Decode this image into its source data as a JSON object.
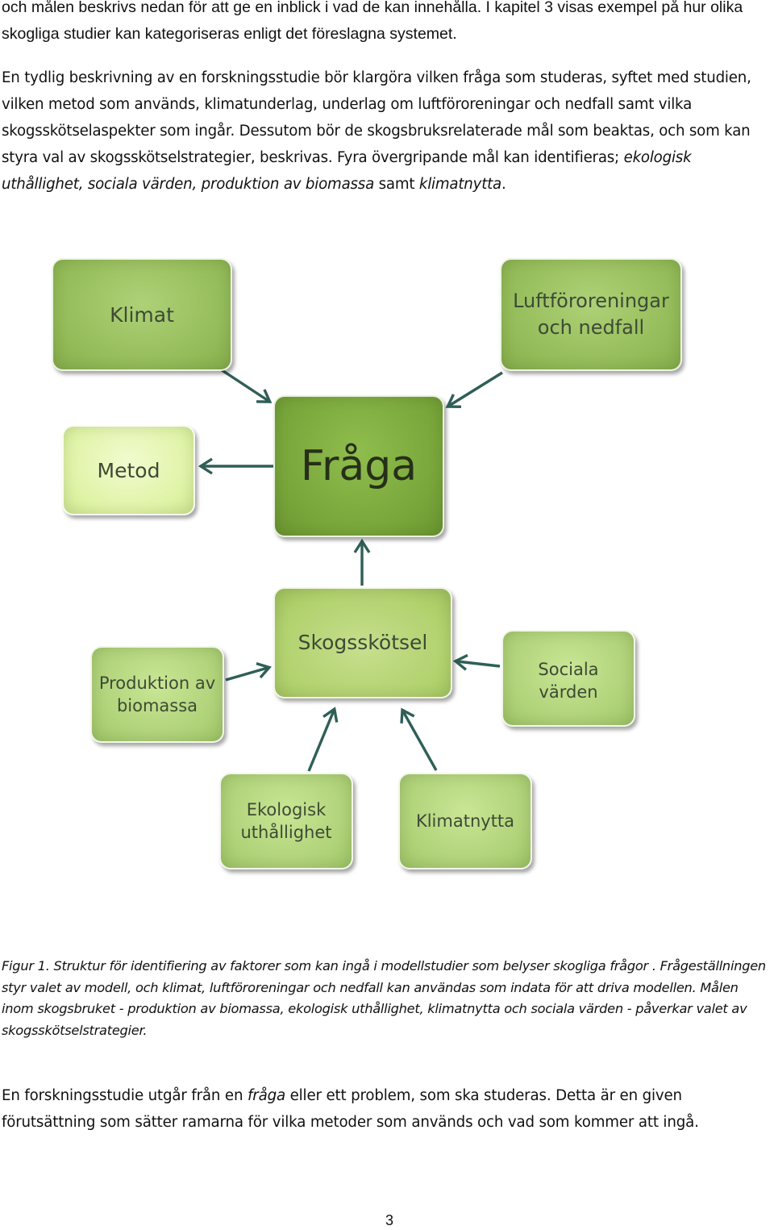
{
  "intro": {
    "text": "och målen beskrivs nedan för att ge en inblick i vad de kan innehålla. I kapitel 3 visas exempel på hur olika skogliga studier kan kategoriseras enligt det föreslagna systemet."
  },
  "paragraph2": {
    "part1": "En tydlig beskrivning av en forskningsstudie bör klargöra vilken fråga som studeras, syftet med studien, vilken metod som används, klimatunderlag, underlag om luftföroreningar och nedfall samt vilka skogsskötselaspekter som ingår. Dessutom bör de skogsbruksrelaterade mål som beaktas, och som kan styra val av skogsskötselstrategier, beskrivas. Fyra övergripande mål kan identifieras; ",
    "goal1": "ekologisk uthållighet",
    "sep1": ", ",
    "goal2": "sociala värden",
    "sep2": ", ",
    "goal3": "produktion av biomassa",
    "sep3": " samt ",
    "goal4": "klimatnytta",
    "end": "."
  },
  "diagram": {
    "nodes": {
      "klimat": "Klimat",
      "luftfororeningar": "Luftföroreningar\noch nedfall",
      "metod": "Metod",
      "fraga": "Fråga",
      "skogsskotsel": "Skogsskötsel",
      "produktion": "Produktion av\nbiomassa",
      "sociala": "Sociala\nvärden",
      "ekologisk": "Ekologisk\nuthållighet",
      "klimatnytta": "Klimatnytta"
    },
    "colors": {
      "dark": "#78a53a",
      "medium": "#93bb58",
      "light": "#aed177",
      "pale": "#dff3a5",
      "arrow": "#2f5f57"
    }
  },
  "caption": {
    "text": "Figur 1. Struktur för identifiering av faktorer som kan ingå i modellstudier som belyser skogliga frågor . Frågeställningen styr valet av modell, och  klimat, luftföroreningar och nedfall kan användas som indata för att driva modellen. Målen inom skogsbruket - produktion av biomassa, ekologisk uthållighet, klimatnytta och sociala värden - påverkar valet av skogsskötselstrategier."
  },
  "paragraph3": {
    "part1": "En forskningsstudie utgår från en ",
    "em": "fråga",
    "part2": " eller ett problem, som ska studeras. Detta är en given förutsättning som sätter ramarna för vilka metoder som används och vad som kommer att ingå."
  },
  "page_number": "3"
}
